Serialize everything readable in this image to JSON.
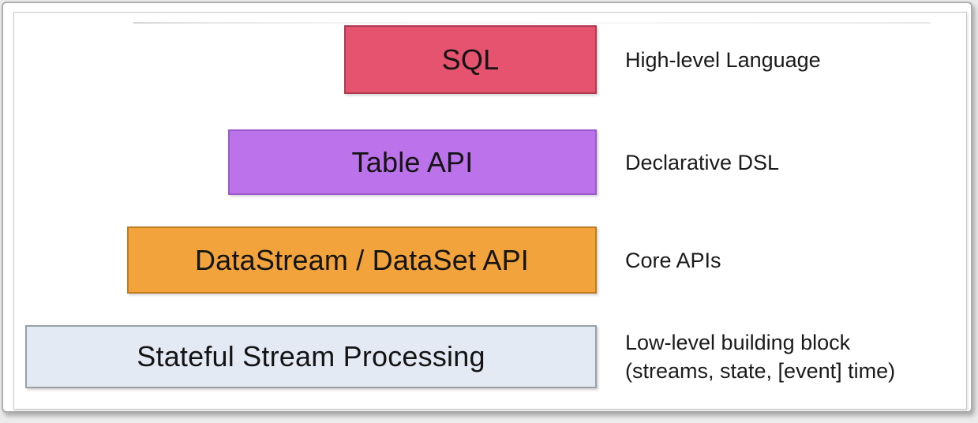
{
  "page": {
    "background_color": "#ebebeb",
    "card_background_color": "#ffffff",
    "card_border_color": "#aeaeb0",
    "inner_frame_border_color": "#c8c8ca"
  },
  "diagram": {
    "type": "layered-stack",
    "layers": [
      {
        "label": "SQL",
        "annotation_lines": [
          "High-level Language"
        ],
        "fill": "#e5536e",
        "border": "#b03a52"
      },
      {
        "label": "Table API",
        "annotation_lines": [
          "Declarative DSL"
        ],
        "fill": "#bb72eb",
        "border": "#9c59c9"
      },
      {
        "label": "DataStream / DataSet API",
        "annotation_lines": [
          "Core APIs"
        ],
        "fill": "#f2a33b",
        "border": "#bf7b20"
      },
      {
        "label": "Stateful Stream Processing",
        "annotation_lines": [
          "Low-level building block",
          "(streams, state, [event] time)"
        ],
        "fill": "#e3eaf4",
        "border": "#9aa0a8"
      }
    ]
  }
}
